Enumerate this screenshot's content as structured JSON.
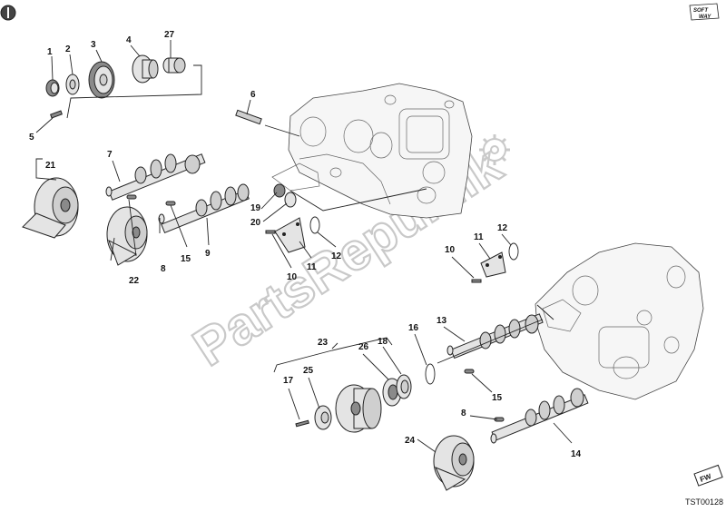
{
  "diagram": {
    "watermark": "PartsRepublik",
    "drawing_code": "TST00128",
    "logo_top": "SOFT",
    "logo_bottom": "WAY",
    "direction_badge": "FW",
    "callouts": [
      {
        "id": "c1",
        "text": "1"
      },
      {
        "id": "c2",
        "text": "2"
      },
      {
        "id": "c3",
        "text": "3"
      },
      {
        "id": "c4",
        "text": "4"
      },
      {
        "id": "c27",
        "text": "27"
      },
      {
        "id": "c5",
        "text": "5"
      },
      {
        "id": "c6",
        "text": "6"
      },
      {
        "id": "c7",
        "text": "7"
      },
      {
        "id": "c21",
        "text": "21"
      },
      {
        "id": "c19",
        "text": "19"
      },
      {
        "id": "c20",
        "text": "20"
      },
      {
        "id": "c15a",
        "text": "15"
      },
      {
        "id": "c9",
        "text": "9"
      },
      {
        "id": "c8a",
        "text": "8"
      },
      {
        "id": "c22",
        "text": "22"
      },
      {
        "id": "c10a",
        "text": "10"
      },
      {
        "id": "c11a",
        "text": "11"
      },
      {
        "id": "c12a",
        "text": "12"
      },
      {
        "id": "c12b",
        "text": "12"
      },
      {
        "id": "c11b",
        "text": "11"
      },
      {
        "id": "c10b",
        "text": "10"
      },
      {
        "id": "c23",
        "text": "23"
      },
      {
        "id": "c26",
        "text": "26"
      },
      {
        "id": "c18",
        "text": "18"
      },
      {
        "id": "c16",
        "text": "16"
      },
      {
        "id": "c13",
        "text": "13"
      },
      {
        "id": "c17",
        "text": "17"
      },
      {
        "id": "c25",
        "text": "25"
      },
      {
        "id": "c15b",
        "text": "15"
      },
      {
        "id": "c8b",
        "text": "8"
      },
      {
        "id": "c24",
        "text": "24"
      },
      {
        "id": "c14",
        "text": "14"
      }
    ]
  }
}
